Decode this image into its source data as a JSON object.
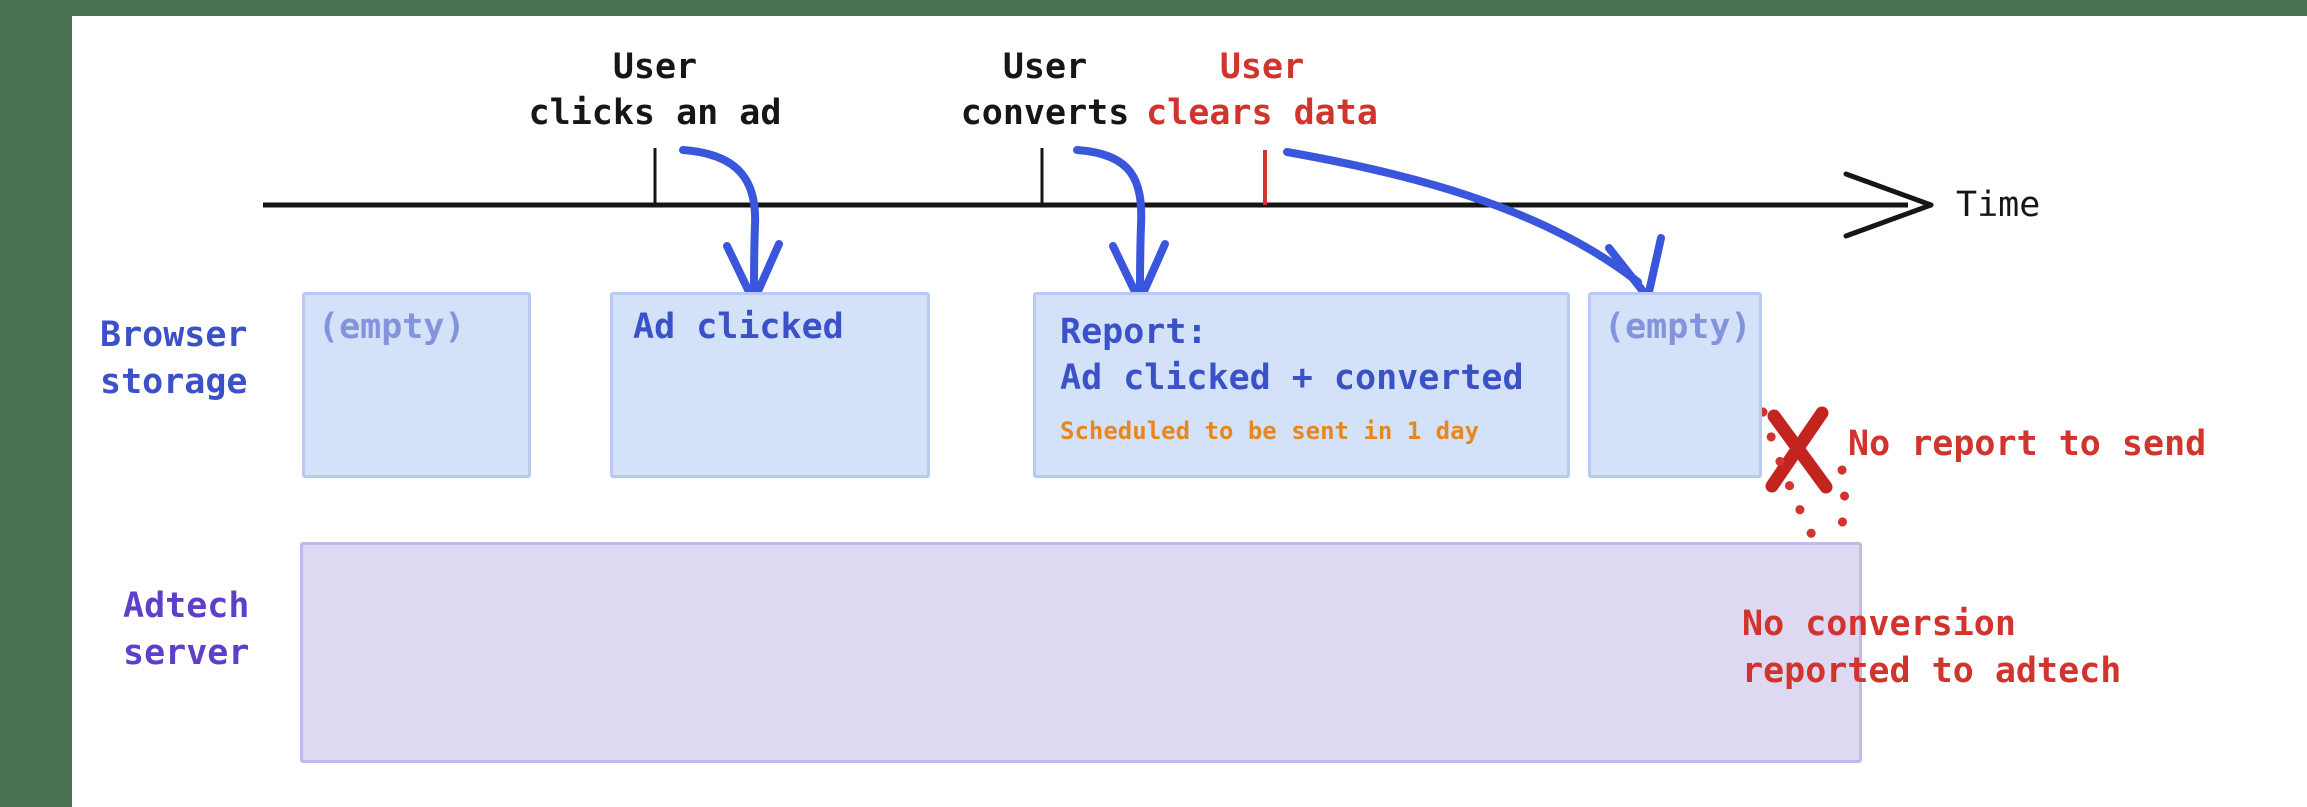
{
  "title_context": "Attribution reporting timeline diagram",
  "timeline": {
    "axis_label": "Time",
    "events": [
      {
        "line1": "User",
        "line2": "clicks an ad",
        "color": "#161616"
      },
      {
        "line1": "User",
        "line2": "converts",
        "color": "#161616"
      },
      {
        "line1": "User",
        "line2": "clears data",
        "color": "#d0342c"
      }
    ]
  },
  "rows": {
    "browser": {
      "label": "Browser\nstorage",
      "color": "#3b51c8"
    },
    "adtech": {
      "label": "Adtech\nserver",
      "color": "#5d3fc9"
    }
  },
  "storage_boxes": [
    {
      "text": "(empty)"
    },
    {
      "text": "Ad clicked"
    },
    {
      "title": "Report:",
      "detail": "Ad clicked + converted",
      "note": "Scheduled to be sent in 1 day"
    },
    {
      "text": "(empty)"
    }
  ],
  "annotations": {
    "no_report": "No report to send",
    "no_conversion": "No conversion\nreported to adtech"
  },
  "icons": {
    "timeline_arrowhead": "right-chevron",
    "blue_arrows": "curved-down-arrow",
    "cancel_mark": "red-x",
    "dotted_arrow": "dotted-curved-arrow"
  },
  "colors": {
    "frame_green": "#4b7254",
    "axis_black": "#161616",
    "blue_text": "#3b51c8",
    "blue_arrow": "#3a56dd",
    "box_fill": "#d3e2f8",
    "box_border": "#bac9f2",
    "empty_text": "#8394dc",
    "note_orange": "#e8871d",
    "purple_text": "#5d3fc9",
    "server_fill": "#ded8f3",
    "server_border": "#c3b8ea",
    "red": "#d0342c",
    "red_x": "#c42420"
  }
}
